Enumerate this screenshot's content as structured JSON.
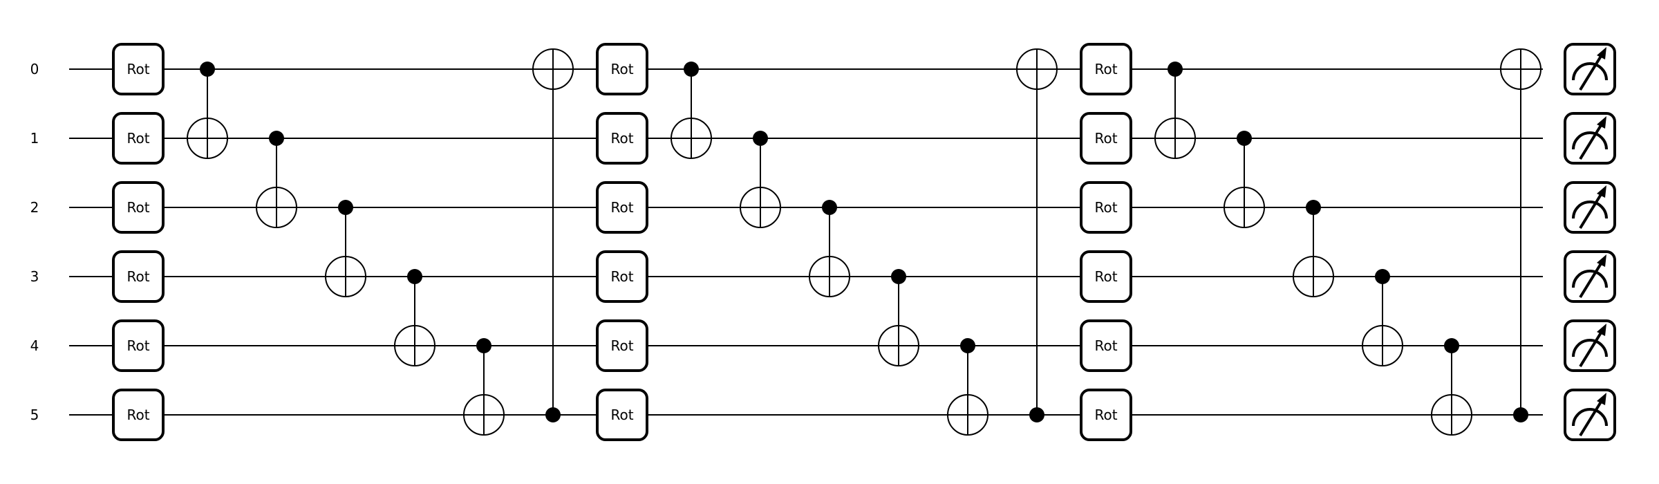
{
  "wires": [
    "0",
    "1",
    "2",
    "3",
    "4",
    "5"
  ],
  "gate_label": "Rot",
  "layers": [
    {
      "cnots": [
        {
          "control": 0,
          "target": 1
        },
        {
          "control": 1,
          "target": 2
        },
        {
          "control": 2,
          "target": 3
        },
        {
          "control": 3,
          "target": 4
        },
        {
          "control": 4,
          "target": 5
        },
        {
          "control": 5,
          "target": 0
        }
      ]
    },
    {
      "cnots": [
        {
          "control": 0,
          "target": 1
        },
        {
          "control": 1,
          "target": 2
        },
        {
          "control": 2,
          "target": 3
        },
        {
          "control": 3,
          "target": 4
        },
        {
          "control": 4,
          "target": 5
        },
        {
          "control": 5,
          "target": 0
        }
      ]
    },
    {
      "cnots": [
        {
          "control": 0,
          "target": 1
        },
        {
          "control": 1,
          "target": 2
        },
        {
          "control": 2,
          "target": 3
        },
        {
          "control": 3,
          "target": 4
        },
        {
          "control": 4,
          "target": 5
        },
        {
          "control": 5,
          "target": 0
        }
      ]
    }
  ],
  "measurements": true
}
